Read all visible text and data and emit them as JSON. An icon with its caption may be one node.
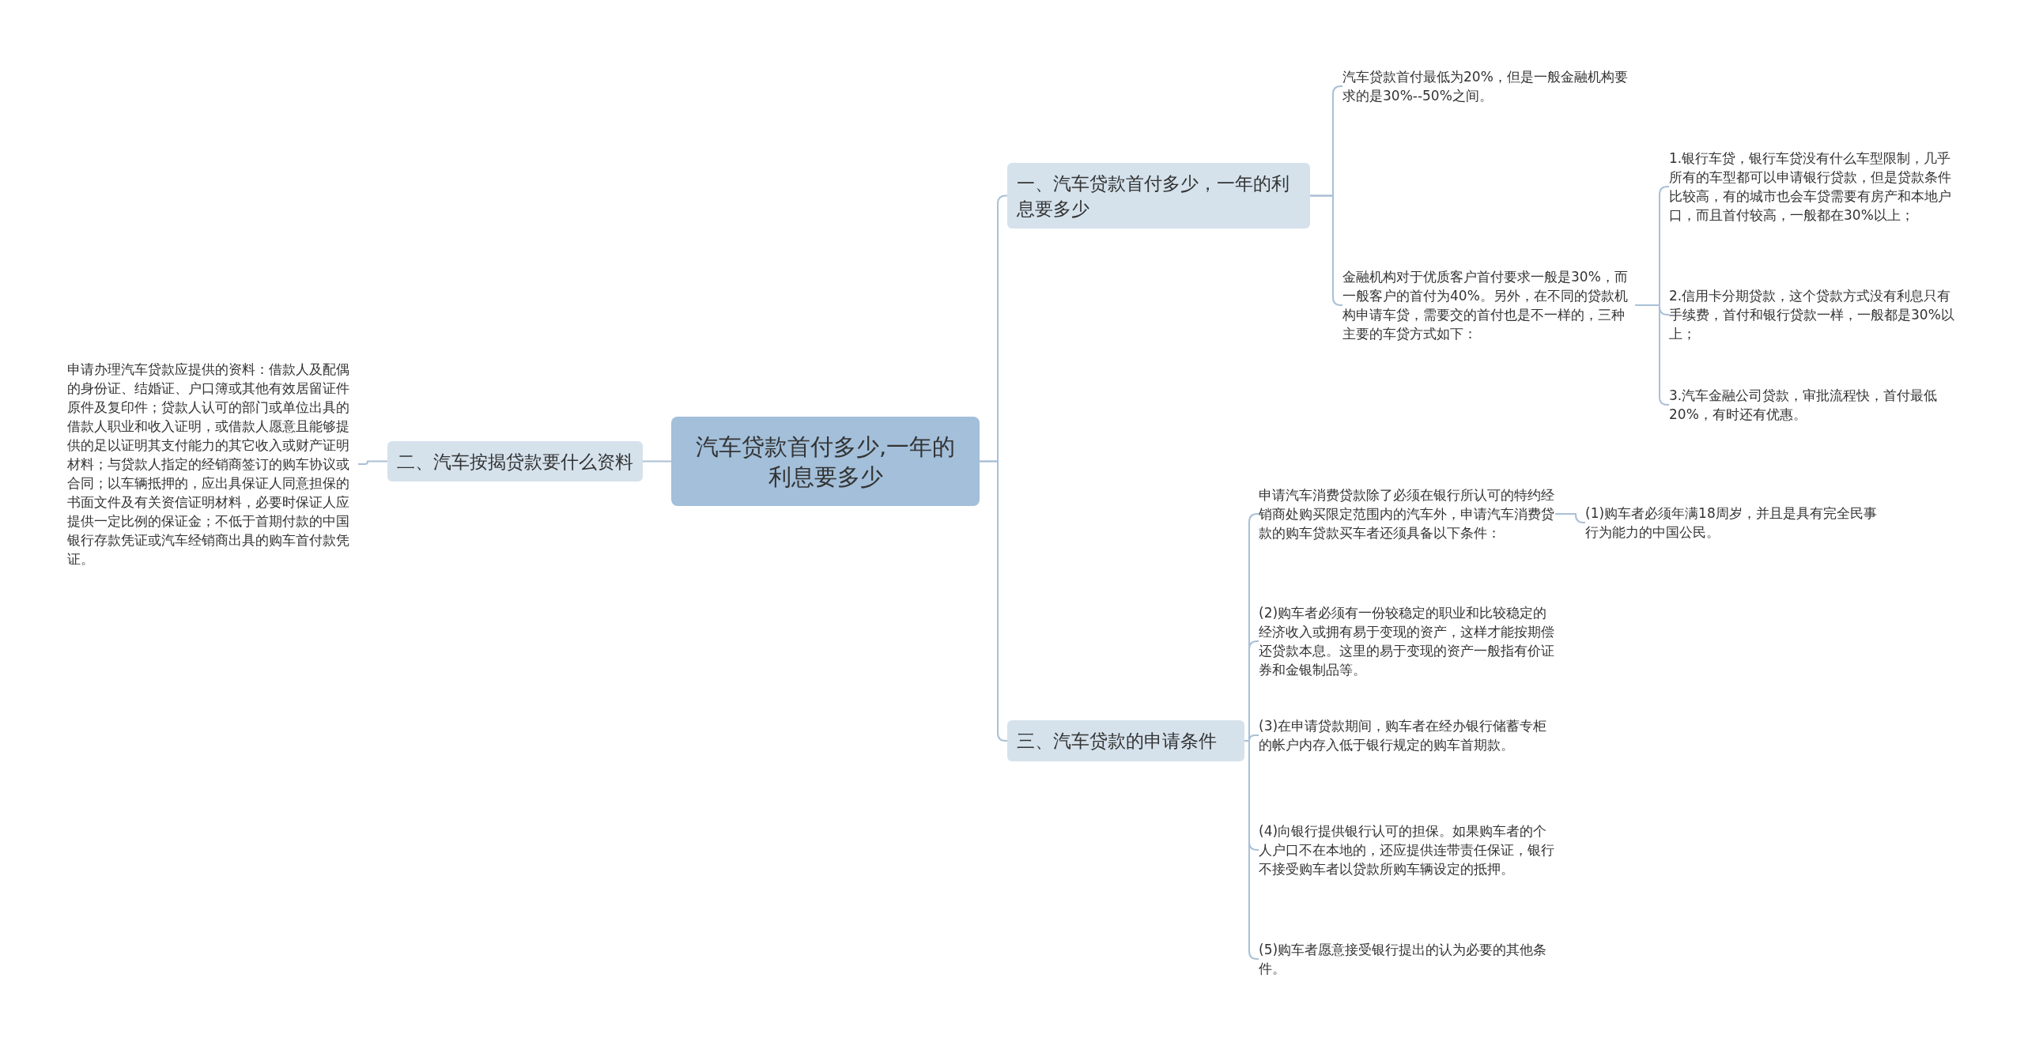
{
  "diagram": {
    "nodes": [
      {
        "text": [
          "汽车贷款首付多少,一年的利息要多少"
        ]
      },
      {
        "text": [
          "一、汽车贷款首付多少，一年的利息要多少"
        ]
      },
      {
        "text": [
          "汽车贷款首付最低为20%，但是一般金融机构要求的是30%--50%之间。"
        ]
      },
      {
        "text": [
          "金融机构对于优质客户首付要求一般是30%，而一般客户的首付为40%。另外，在不同的贷款机构申请车贷，需要交的首付也是不一样的，三种主要的车贷方式如下："
        ]
      },
      {
        "text": [
          "1.银行车贷，银行车贷没有什么车型限制，几乎所有的车型都可以申请银行贷款，但是贷款条件比较高，有的城市也会车贷需要有房产和本地户口，而且首付较高，一般都在30%以上；"
        ]
      },
      {
        "text": [
          "2.信用卡分期贷款，这个贷款方式没有利息只有手续费，首付和银行贷款一样，一般都是30%以上；"
        ]
      },
      {
        "text": [
          "3.汽车金融公司贷款，审批流程快，首付最低20%，有时还有优惠。"
        ]
      },
      {
        "text": [
          "二、汽车按揭贷款要什么资料"
        ]
      },
      {
        "text": [
          "申请办理汽车贷款应提供的资料：借款人及配偶的身份证、结婚证、户口簿或其他有效居留证件原件及复印件；贷款人认可的部门或单位出具的借款人职业和收入证明，或借款人愿意且能够提供的足以证明其支付能力的其它收入或财产证明材料；与贷款人指定的经销商签订的购车协议或合同；以车辆抵押的，应出具保证人同意担保的书面文件及有关资信证明材料，必要时保证人应提供一定比例的保证金；不低于首期付款的中国银行存款凭证或汽车经销商出具的购车首付款凭证。"
        ]
      },
      {
        "text": [
          "三、汽车贷款的申请条件"
        ]
      },
      {
        "text": [
          "申请汽车消费贷款除了必须在银行所认可的特约经销商处购买限定范围内的汽车外，申请汽车消费贷款的购车贷款买车者还须具备以下条件："
        ]
      },
      {
        "text": [
          "(1)购车者必须年满18周岁，并且是具有完全民事行为能力的中国公民。"
        ]
      },
      {
        "text": [
          "(2)购车者必须有一份较稳定的职业和比较稳定的经济收入或拥有易于变现的资产，这样才能按期偿还贷款本息。这里的易于变现的资产一般指有价证券和金银制品等。"
        ]
      },
      {
        "text": [
          "(3)在申请贷款期间，购车者在经办银行储蓄专柜的帐户内存入低于银行规定的购车首期款。"
        ]
      },
      {
        "text": [
          "(4)向银行提供银行认可的担保。如果购车者的个人户口不在本地的，还应提供连带责任保证，银行不接受购车者以贷款所购车辆设定的抵押。"
        ]
      },
      {
        "text": [
          "(5)购车者愿意接受银行提出的认为必要的其他条件。"
        ]
      }
    ],
    "edges": [
      {
        "from": 0,
        "to": 1,
        "arrow": "none"
      },
      {
        "from": 1,
        "to": 2,
        "arrow": "none"
      },
      {
        "from": 1,
        "to": 3,
        "arrow": "none"
      },
      {
        "from": 3,
        "to": 4,
        "arrow": "none"
      },
      {
        "from": 3,
        "to": 5,
        "arrow": "none"
      },
      {
        "from": 3,
        "to": 6,
        "arrow": "none"
      },
      {
        "from": 0,
        "to": 7,
        "arrow": "none"
      },
      {
        "from": 7,
        "to": 8,
        "arrow": "none"
      },
      {
        "from": 0,
        "to": 9,
        "arrow": "none"
      },
      {
        "from": 9,
        "to": 10,
        "arrow": "none"
      },
      {
        "from": 10,
        "to": 11,
        "arrow": "none"
      },
      {
        "from": 9,
        "to": 12,
        "arrow": "none"
      },
      {
        "from": 9,
        "to": 13,
        "arrow": "none"
      },
      {
        "from": 9,
        "to": 14,
        "arrow": "none"
      },
      {
        "from": 9,
        "to": 15,
        "arrow": "none"
      }
    ]
  }
}
